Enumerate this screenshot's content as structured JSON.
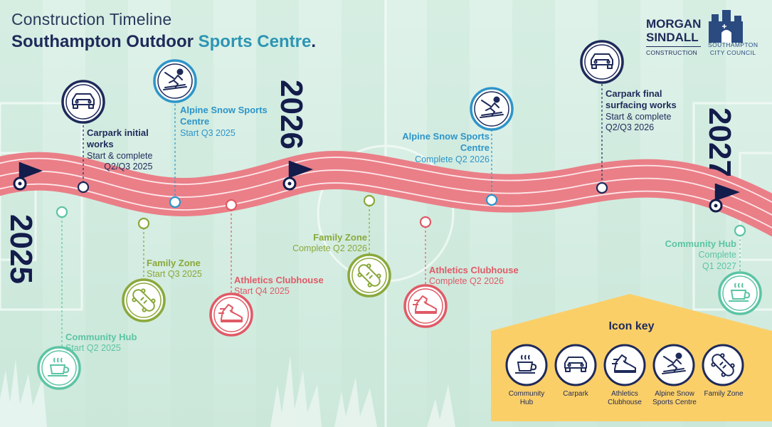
{
  "header": {
    "title_top": "Construction Timeline",
    "title_main_1": "Southampton Outdoor ",
    "title_main_2": "Sports Centre",
    "title_main_3": "."
  },
  "logos": {
    "morgan_1": "MORGAN",
    "morgan_2": "SINDALL",
    "morgan_3": "CONSTRUCTION",
    "council_1": "SOUTHAMPTON",
    "council_2": "CITY COUNCIL"
  },
  "years": [
    "2025",
    "2026",
    "2027"
  ],
  "milestones": [
    {
      "name": "Carpark initial works",
      "name_lines": [
        "Carpark initial",
        "works"
      ],
      "sub_lines": [
        "Start & complete",
        "Q2/Q3 2025"
      ],
      "color": "#1e2a5a",
      "icon": "car-icon"
    },
    {
      "name": "Alpine Snow Sports Centre",
      "name_lines": [
        "Alpine Snow Sports",
        "Centre"
      ],
      "sub_lines": [
        "Start Q3 2025"
      ],
      "color": "#2d95c9",
      "icon": "skier-icon"
    },
    {
      "name": "Family Zone",
      "name_lines": [
        "Family Zone"
      ],
      "sub_lines": [
        "Start Q3 2025"
      ],
      "color": "#8aa83a",
      "icon": "skateboard-icon"
    },
    {
      "name": "Athletics Clubhouse",
      "name_lines": [
        "Athletics Clubhouse"
      ],
      "sub_lines": [
        "Start Q4 2025"
      ],
      "color": "#e05a66",
      "icon": "running-shoe-icon"
    },
    {
      "name": "Community Hub",
      "name_lines": [
        "Community Hub"
      ],
      "sub_lines": [
        "Start Q2 2025"
      ],
      "color": "#5cc4a4",
      "icon": "coffee-cup-icon"
    },
    {
      "name": "Alpine Snow Sports Centre",
      "name_lines": [
        "Alpine Snow Sports",
        "Centre"
      ],
      "sub_lines": [
        "Complete Q2 2026"
      ],
      "color": "#2d95c9",
      "icon": "skier-icon"
    },
    {
      "name": "Carpark final surfacing works",
      "name_lines": [
        "Carpark final",
        "surfacing works"
      ],
      "sub_lines": [
        "Start & complete",
        "Q2/Q3 2026"
      ],
      "color": "#1e2a5a",
      "icon": "car-icon"
    },
    {
      "name": "Family Zone",
      "name_lines": [
        "Family Zone"
      ],
      "sub_lines": [
        "Complete Q2 2026"
      ],
      "color": "#8aa83a",
      "icon": "skateboard-icon"
    },
    {
      "name": "Athletics Clubhouse",
      "name_lines": [
        "Athletics Clubhouse"
      ],
      "sub_lines": [
        "Complete Q2 2026"
      ],
      "color": "#e05a66",
      "icon": "running-shoe-icon"
    },
    {
      "name": "Community Hub",
      "name_lines": [
        "Community Hub"
      ],
      "sub_lines": [
        "Complete",
        "Q1 2027"
      ],
      "color": "#5cc4a4",
      "icon": "coffee-cup-icon"
    }
  ],
  "icon_key": {
    "title": "Icon key",
    "items": [
      {
        "label_lines": [
          "Community",
          "Hub"
        ],
        "icon": "coffee-cup-icon"
      },
      {
        "label_lines": [
          "Carpark"
        ],
        "icon": "car-icon"
      },
      {
        "label_lines": [
          "Athletics",
          "Clubhouse"
        ],
        "icon": "running-shoe-icon"
      },
      {
        "label_lines": [
          "Alpine Snow",
          "Sports Centre"
        ],
        "icon": "skier-icon"
      },
      {
        "label_lines": [
          "Family Zone"
        ],
        "icon": "skateboard-icon"
      }
    ]
  },
  "colors": {
    "navy": "#1e2a5a",
    "track": "#ea7f88",
    "sky": "#2d95c9",
    "green": "#8aa83a",
    "red": "#e05a66",
    "teal": "#5cc4a4",
    "key_bg": "#fbcf68"
  }
}
